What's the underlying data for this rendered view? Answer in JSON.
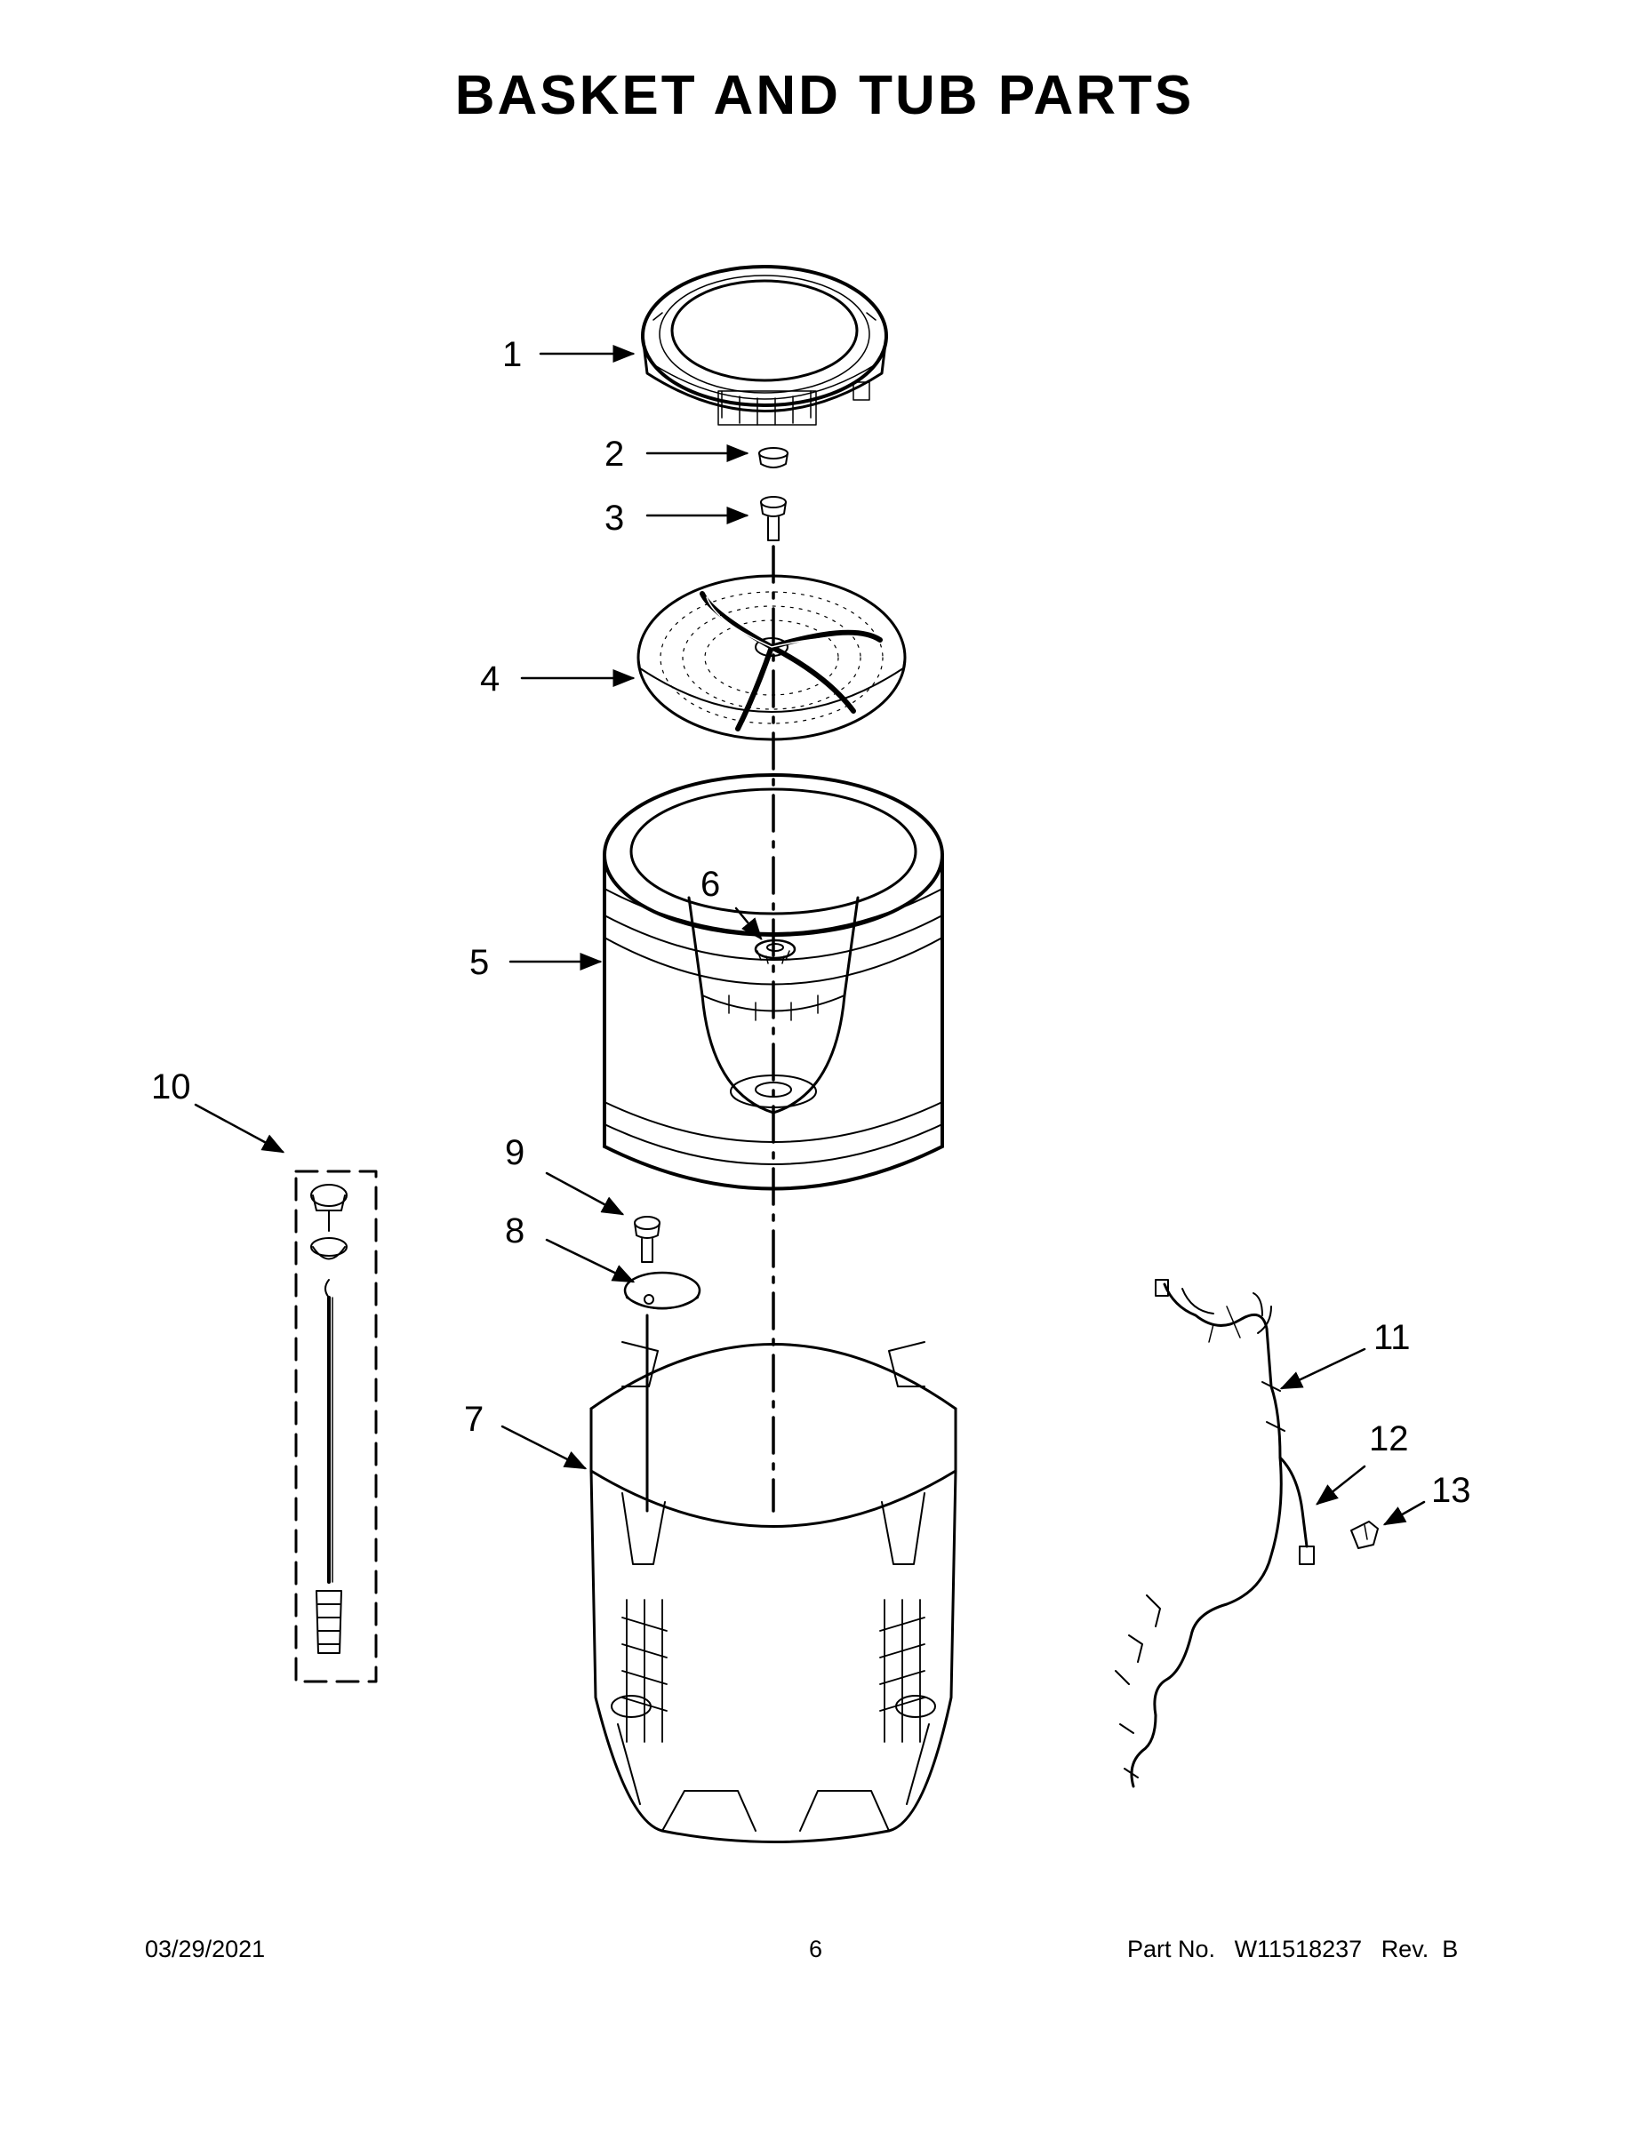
{
  "page": {
    "title": "BASKET AND TUB PARTS"
  },
  "callouts": [
    "1",
    "2",
    "3",
    "4",
    "5",
    "6",
    "7",
    "8",
    "9",
    "10",
    "11",
    "12",
    "13"
  ],
  "footer": {
    "date": "03/29/2021",
    "page_number": "6",
    "part_label": "Part No.",
    "part_number": "W11518237",
    "revision": "Rev.  B"
  }
}
